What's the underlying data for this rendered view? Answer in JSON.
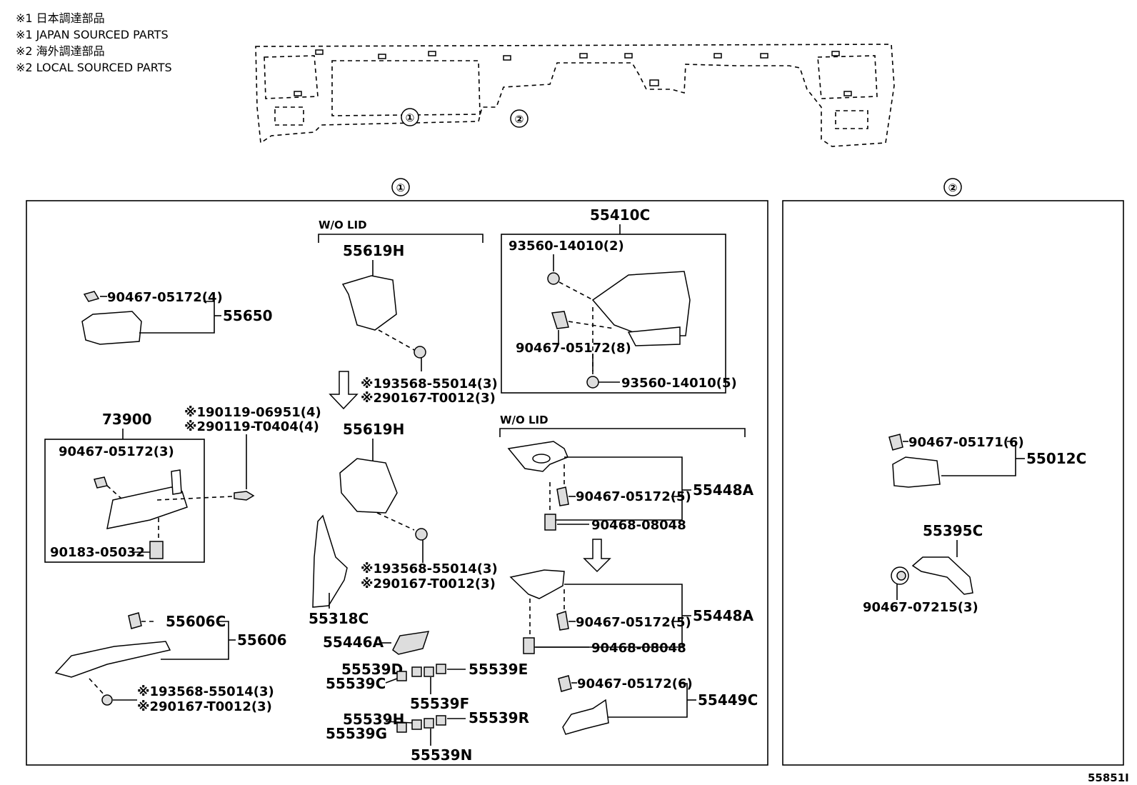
{
  "notes": [
    "※1 日本調達部品",
    "※1 JAPAN SOURCED PARTS",
    "※2 海外調達部品",
    "※2 LOCAL SOURCED PARTS"
  ],
  "overview": {
    "marker1": "①",
    "marker2": "②"
  },
  "section1": {
    "marker": "①",
    "wo_lid_1": "W/O LID",
    "wo_lid_2": "W/O LID",
    "p55650": {
      "fastener": "90467-05172(4)",
      "part": "55650"
    },
    "p73900": {
      "part": "73900",
      "clip": "90467-05172(3)",
      "bolt": "90183-05032",
      "n1": "※190119-06951(4)",
      "n2": "※290119-T0404(4)"
    },
    "p55606": {
      "sub": "55606C",
      "part": "55606",
      "n1": "※193568-55014(3)",
      "n2": "※290167-T0012(3)"
    },
    "p55619_top": {
      "part": "55619H",
      "n1": "※193568-55014(3)",
      "n2": "※290167-T0012(3)"
    },
    "p55619_bot": {
      "part": "55619H",
      "n1": "※193568-55014(3)",
      "n2": "※290167-T0012(3)"
    },
    "p55318": "55318C",
    "p55446": "55446A",
    "buttons": {
      "d": "55539D",
      "e": "55539E",
      "c": "55539C",
      "f": "55539F",
      "h": "55539H",
      "r": "55539R",
      "g": "55539G",
      "n": "55539N"
    },
    "p55410": {
      "part": "55410C",
      "screw_top": "93560-14010(2)",
      "clip": "90467-05172(8)",
      "screw_bot": "93560-14010(5)"
    },
    "p55448_top": {
      "clip": "90467-05172(5)",
      "fastener": "90468-08048",
      "part": "55448A"
    },
    "p55448_bot": {
      "clip": "90467-05172(5)",
      "fastener": "90468-08048",
      "part": "55448A"
    },
    "p55449": {
      "clip": "90467-05172(6)",
      "part": "55449C"
    }
  },
  "section2": {
    "marker": "②",
    "p55012": {
      "clip": "90467-05171(6)",
      "part": "55012C"
    },
    "p55395": {
      "part": "55395C",
      "clip": "90467-07215(3)"
    }
  },
  "figure_id": "55851I"
}
